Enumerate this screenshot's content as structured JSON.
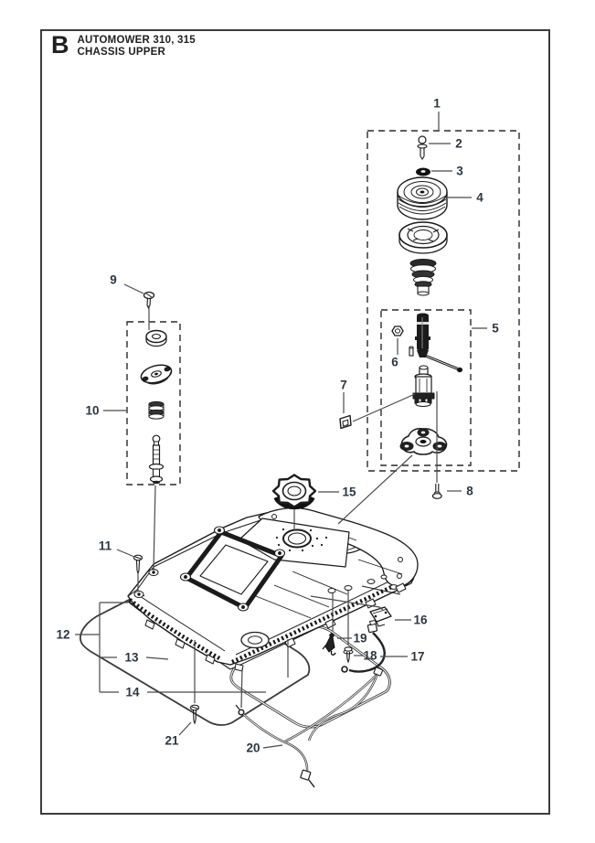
{
  "header": {
    "section_letter": "B",
    "model": "AUTOMOWER 310, 315",
    "section_title": "CHASSIS UPPER"
  },
  "callouts": {
    "c1": "1",
    "c2": "2",
    "c3": "3",
    "c4": "4",
    "c5": "5",
    "c6": "6",
    "c7": "7",
    "c8": "8",
    "c9": "9",
    "c10": "10",
    "c11": "11",
    "c12": "12",
    "c13": "13",
    "c14": "14",
    "c15": "15",
    "c16": "16",
    "c17": "17",
    "c18": "18",
    "c19": "19",
    "c20": "20",
    "c21": "21"
  },
  "colors": {
    "callout_text": "#2c3742",
    "page_border": "#3c3c3c",
    "drawing_line": "#1b1b1b",
    "leader_line": "#4a4a4a"
  }
}
